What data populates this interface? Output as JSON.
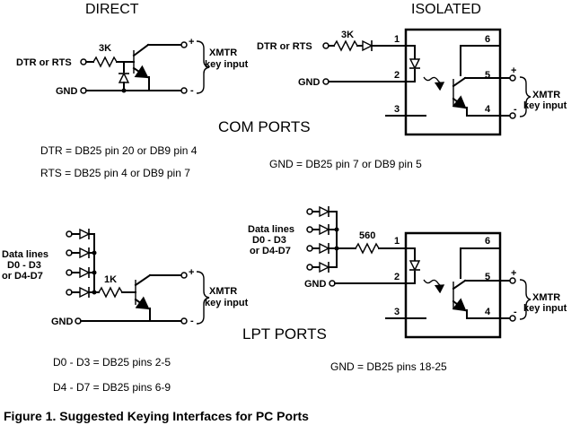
{
  "labels": {
    "direct": "DIRECT",
    "isolated": "ISOLATED",
    "com_ports": "COM PORTS",
    "lpt_ports": "LPT PORTS",
    "figure_caption": "Figure 1.  Suggested Keying Interfaces for PC Ports"
  },
  "com_direct": {
    "input": "DTR or RTS",
    "gnd": "GND",
    "resistor": "3K",
    "plus": "+",
    "minus": "-",
    "xmtr": "XMTR",
    "key_input": "key input"
  },
  "com_isolated": {
    "input": "DTR or RTS",
    "gnd": "GND",
    "resistor": "3K",
    "pins": [
      "1",
      "2",
      "3",
      "4",
      "5",
      "6"
    ],
    "plus": "+",
    "minus": "-",
    "xmtr": "XMTR",
    "key_input": "key input"
  },
  "com_notes": {
    "dtr": "DTR = DB25 pin 20 or DB9 pin 4",
    "rts": "RTS = DB25 pin 4 or DB9 pin 7",
    "gnd": "GND = DB25 pin 7 or DB9 pin 5"
  },
  "lpt_direct": {
    "data_lines": [
      "Data lines",
      "D0 - D3",
      "or D4-D7"
    ],
    "gnd": "GND",
    "resistor": "1K",
    "plus": "+",
    "minus": "-",
    "xmtr": "XMTR",
    "key_input": "key input"
  },
  "lpt_isolated": {
    "data_lines": [
      "Data lines",
      "D0 - D3",
      "or D4-D7"
    ],
    "gnd": "GND",
    "resistor": "560",
    "pins": [
      "1",
      "2",
      "3",
      "4",
      "5",
      "6"
    ],
    "plus": "+",
    "minus": "-",
    "xmtr": "XMTR",
    "key_input": "key input"
  },
  "lpt_notes": {
    "d0_d3": "D0 - D3 = DB25 pins 2-5",
    "d4_d7": "D4 - D7 = DB25 pins 6-9",
    "gnd": "GND = DB25 pins 18-25"
  }
}
